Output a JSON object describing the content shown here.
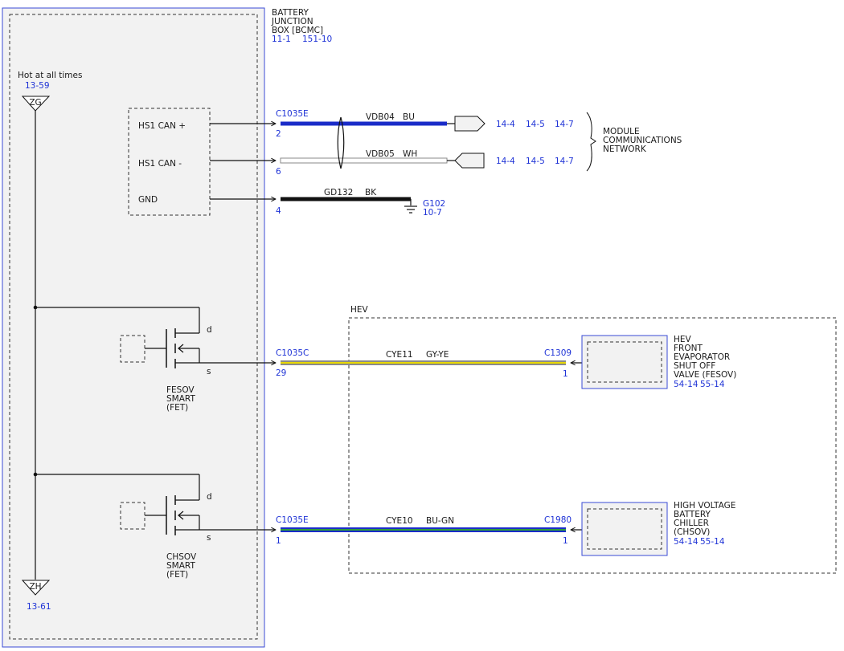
{
  "colors": {
    "ref_blue": "#1f33d6",
    "module_fill": "#f2f2f2",
    "wire_bu": "#1a2cc8",
    "wire_wh": "#ffffff",
    "wire_bk": "#111111",
    "wire_gy": "#8a8a8a",
    "wire_ye": "#e8d800",
    "wire_gn": "#2e9c3a"
  },
  "bjb": {
    "title_lines": [
      "BATTERY",
      "JUNCTION",
      "BOX [BCMC]"
    ],
    "ref_a": "11-1",
    "ref_b": "151-10"
  },
  "power": {
    "hot_label": "Hot at all times",
    "hot_ref": "13-59",
    "top_bus": "ZG",
    "bottom_bus": "ZH",
    "bottom_ref": "13-61"
  },
  "can_module": {
    "pins": [
      "HS1 CAN +",
      "HS1 CAN -",
      "GND"
    ]
  },
  "wires": {
    "can_plus": {
      "connector": "C1035E",
      "pin": "2",
      "circuit": "VDB04",
      "color": "BU",
      "refs": [
        "14-4",
        "14-5",
        "14-7"
      ]
    },
    "can_minus": {
      "pin": "6",
      "circuit": "VDB05",
      "color": "WH",
      "refs": [
        "14-4",
        "14-5",
        "14-7"
      ]
    },
    "gnd": {
      "pin": "4",
      "circuit": "GD132",
      "color": "BK",
      "ground": "G102",
      "ground_ref": "10-7"
    },
    "fesov": {
      "connector": "C1035C",
      "pin": "29",
      "circuit": "CYE11",
      "color": "GY-YE",
      "far_connector": "C1309",
      "far_pin": "1"
    },
    "chsov": {
      "connector": "C1035E",
      "pin": "1",
      "circuit": "CYE10",
      "color": "BU-GN",
      "far_connector": "C1980",
      "far_pin": "1"
    }
  },
  "network_label_lines": [
    "MODULE",
    "COMMUNICATIONS",
    "NETWORK"
  ],
  "hev_label": "HEV",
  "fets": {
    "fesov": {
      "d": "d",
      "s": "s",
      "label_lines": [
        "FESOV",
        "SMART",
        "(FET)"
      ]
    },
    "chsov": {
      "d": "d",
      "s": "s",
      "label_lines": [
        "CHSOV",
        "SMART",
        "(FET)"
      ]
    }
  },
  "components": {
    "fesov": {
      "label_lines": [
        "HEV",
        "FRONT",
        "EVAPORATOR",
        "SHUT OFF",
        "VALVE (FESOV)"
      ],
      "ref_a": "54-14",
      "ref_b": "55-14"
    },
    "chsov": {
      "label_lines": [
        "HIGH VOLTAGE",
        "BATTERY",
        "CHILLER",
        "(CHSOV)"
      ],
      "ref_a": "54-14",
      "ref_b": "55-14"
    }
  }
}
